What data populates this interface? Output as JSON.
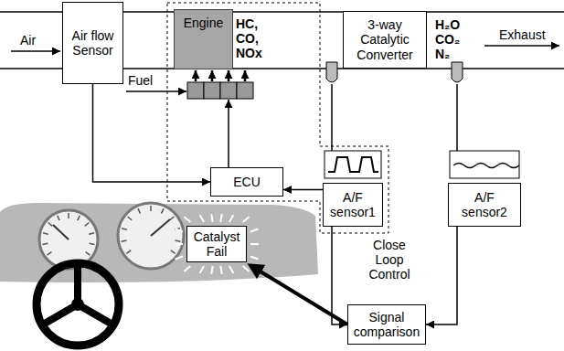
{
  "diagram": {
    "nodes": [
      {
        "text": [
          "Air flow Sensor"
        ]
      },
      {
        "text": [
          "Engine"
        ]
      },
      {
        "text": [
          "3-way Catalytic Converter"
        ]
      },
      {
        "text": [
          "ECU"
        ]
      },
      {
        "text": [
          "A/F sensor1"
        ]
      },
      {
        "text": [
          "A/F sensor2"
        ]
      },
      {
        "text": [
          "Signal comparison"
        ]
      },
      {
        "text": [
          "Catalyst Fail"
        ]
      }
    ],
    "edges": [
      {
        "from": 0,
        "to": 3,
        "arrow": "to"
      },
      {
        "from": 4,
        "to": 3,
        "arrow": "to"
      },
      {
        "from": 4,
        "to": 6,
        "arrow": "to"
      },
      {
        "from": 5,
        "to": 6,
        "arrow": "to"
      },
      {
        "from": 6,
        "to": 7,
        "arrow": "to"
      }
    ],
    "labels": [
      "Air",
      "HC, CO, NOx",
      "Fuel",
      "H₂O CO₂ N₂",
      "Exhaust",
      "Close Loop Control"
    ]
  }
}
